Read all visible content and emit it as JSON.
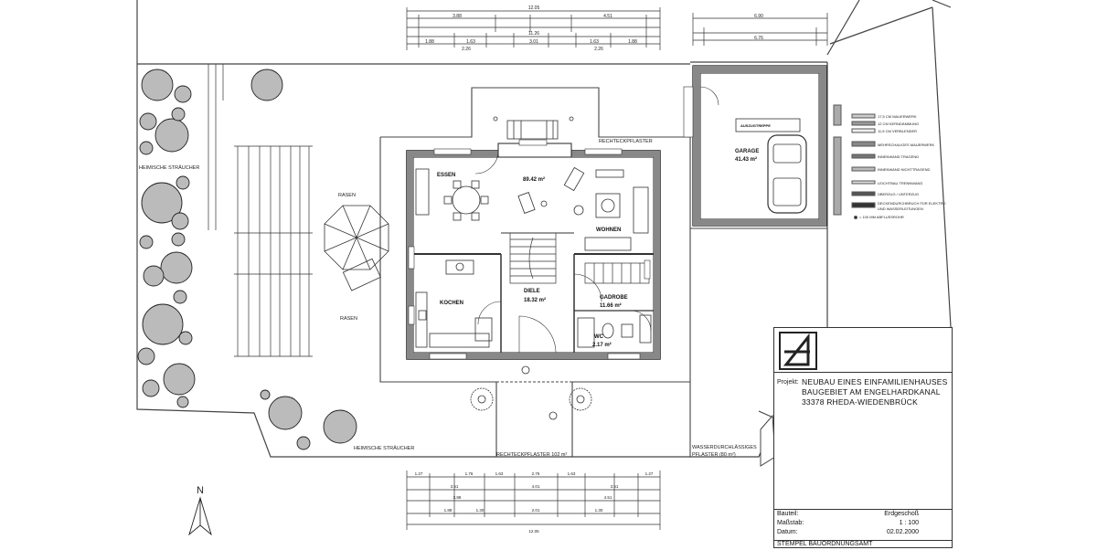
{
  "rooms": {
    "essen": "ESSEN",
    "living_area": "89.42 m²",
    "wohnen": "WOHNEN",
    "kochen": "KOCHEN",
    "diele": "DIELE",
    "diele_area": "18.32 m²",
    "gadrobe": "GADROBE",
    "gadrobe_area": "11.66 m²",
    "wc": "WC",
    "wc_area": "2.17 m²",
    "garage": "GARAGE",
    "garage_area": "41.43 m²",
    "auszugstreppe": "AUSZUGTREPPE"
  },
  "site_labels": {
    "rechteckpflaster_top": "RECHTECKPFLASTER",
    "rechteckpflaster_bottom": "RECHTECKPFLASTER 102 m²",
    "wasserdurchlaessig_1": "WASSERDURCHLÄSSIGES",
    "wasserdurchlaessig_2": "PFLASTER (80 m²)",
    "rasen_top": "RASEN",
    "rasen_bottom": "RASEN",
    "heimische_left": "HEIMISCHE STRÄUCHER",
    "heimische_bottom": "HEIMISCHE STRÄUCHER",
    "north": "N"
  },
  "legend": [
    "17,5 CM MAUERWERK",
    "12 CM KERNDÄMMUNG",
    "11,5 CM VERBLENDER",
    "MEHRSCHALIGES MAUERWERK",
    "INNENWAND TRAGEND",
    "INNENWAND NICHTTRAGEND",
    "LEICHTBAU TRENNWAND",
    "ÜBERZUG / UNTERZUG",
    "DECKENDURCHBRUCH FÜR ELEKTRO",
    "UND WASSERLEITUNGEN",
    "= 100 MM ABFLUSSROHR"
  ],
  "dimensions": {
    "top_total": "12.05",
    "top_row1": [
      "3.88",
      "4.51"
    ],
    "top_row2": "11.26",
    "top_row3": [
      "1.88",
      "1.63",
      "3.01",
      "1.63",
      "1.88"
    ],
    "top_row3b": [
      "2.26",
      "2.26"
    ],
    "garage_total": "6.90",
    "garage_inner": "6.76",
    "bottom_row1": [
      "1.27",
      "1.76",
      "1.63",
      "2.76",
      "1.63",
      "1.27"
    ],
    "bottom_row2": [
      "3.51",
      "4.01",
      "3.51"
    ],
    "bottom_row3": [
      "3.88",
      "4.51"
    ],
    "bottom_row4": [
      "1.88",
      "1.30",
      "2.01",
      "1.30"
    ],
    "bottom_total": "12.05"
  },
  "title_block": {
    "project_label": "Projekt:",
    "project_line1": "NEUBAU  EINES EINFAMILIENHAUSES",
    "project_line2": "BAUGEBIET  AM ENGELHARDKANAL",
    "project_line3": "33378 RHEDA-WIEDENBRÜCK",
    "bauteil_label": "Bauteil:",
    "bauteil_value": "Erdgeschoß",
    "massstab_label": "Maßstab:",
    "massstab_value": "1 : 100",
    "datum_label": "Datum:",
    "datum_value": "02.02.2000",
    "stamp": "STEMPEL BAUORDNUNGSAMT"
  }
}
